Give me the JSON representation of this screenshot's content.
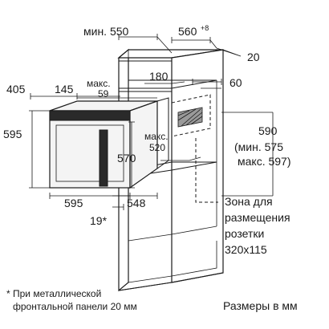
{
  "dims": {
    "depth_min": "мин. 550",
    "width_560": "560",
    "width_560_tol": "+8",
    "gap_20": "20",
    "dim_405": "405",
    "dim_145": "145",
    "maks_label": "макс.",
    "maks_59": "59",
    "dim_180": "180",
    "dim_60": "60",
    "dim_595_height": "595",
    "maks_520": "520",
    "height_590": "590",
    "height_590_min": "(мин. 575",
    "height_590_max": "макс. 597)",
    "dim_570": "570",
    "dim_595_width": "595",
    "dim_548": "548",
    "dim_19": "19*"
  },
  "socket_zone": {
    "line1": "Зона для",
    "line2": "размещения",
    "line3": "розетки",
    "line4": "320x115"
  },
  "footnote": {
    "line1": "* При металлической",
    "line2": "фронтальной панели 20 мм"
  },
  "units_note": "Размеры в мм"
}
